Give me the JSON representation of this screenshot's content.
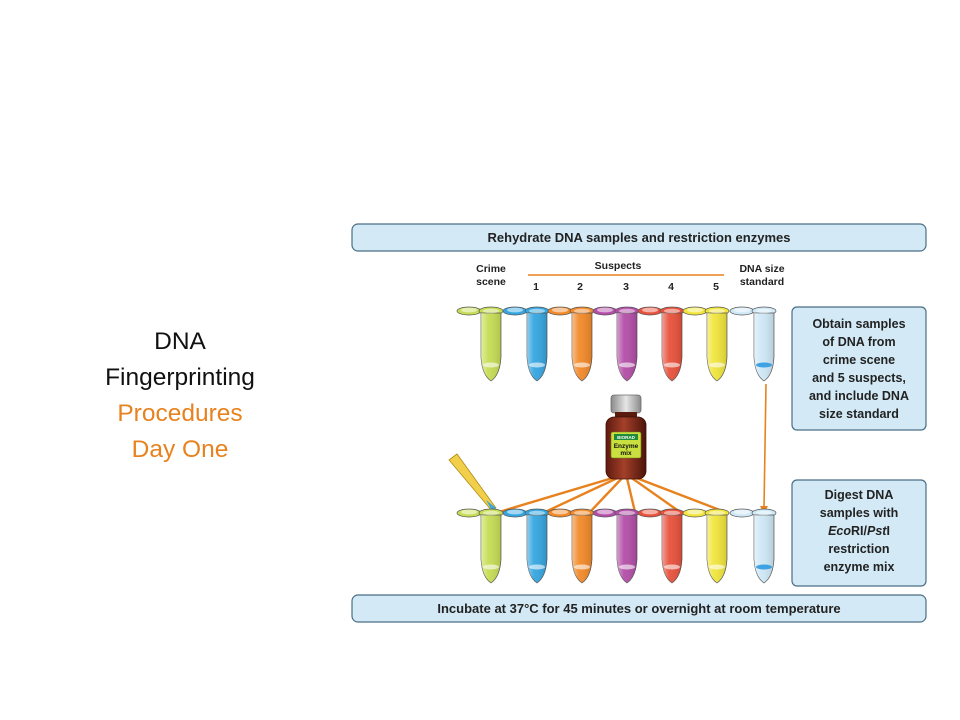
{
  "slide": {
    "title_line1": "DNA",
    "title_line2": "Fingerprinting",
    "title_line3": "Procedures",
    "title_line4": "Day One"
  },
  "diagram": {
    "top_banner": "Rehydrate DNA samples and restriction enzymes",
    "bottom_banner": "Incubate at 37°C for 45 minutes or overnight at room temperature",
    "crime_scene_label": [
      "Crime",
      "scene"
    ],
    "suspects_label": "Suspects",
    "suspect_numbers": [
      "1",
      "2",
      "3",
      "4",
      "5"
    ],
    "standard_label": [
      "DNA size",
      "standard"
    ],
    "obtain_box": [
      "Obtain samples",
      "of DNA from",
      "crime scene",
      "and 5 suspects,",
      "and include DNA",
      "size standard"
    ],
    "digest_box": {
      "line1": "Digest DNA",
      "line2": "samples with",
      "eco": "Eco",
      "ri": "RI/",
      "pst": "Pst",
      "i": "I",
      "line4": "restriction",
      "line5": "enzyme mix"
    },
    "bottle": {
      "logo": "BIORAD",
      "label": [
        "Enzyme",
        "mix"
      ]
    }
  },
  "colors": {
    "accent_orange": "#e8821e",
    "banner_fill": "#d3eaf6",
    "banner_stroke": "#4a6e85",
    "tube_colors": [
      "#c6dd55",
      "#35a6e0",
      "#f28a2a",
      "#b34ea8",
      "#e8523c",
      "#f0e53c",
      "#cfe8f6"
    ],
    "bottle": "#8b2e1c"
  }
}
